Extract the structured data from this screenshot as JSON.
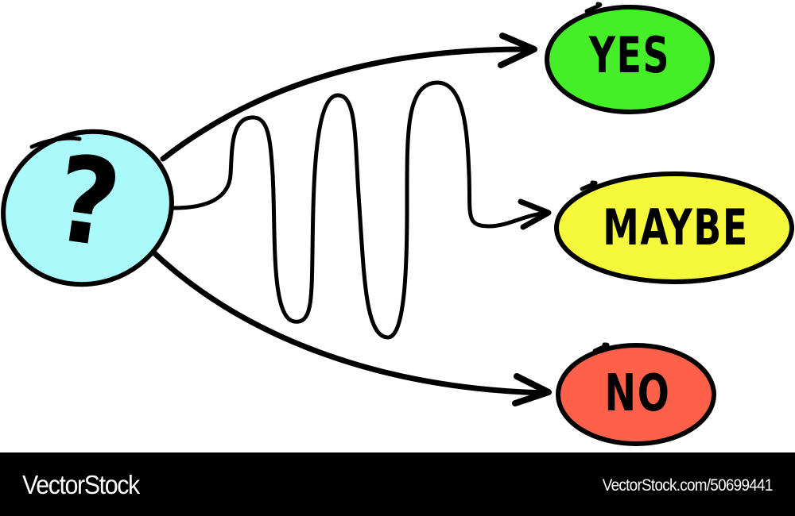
{
  "diagram": {
    "source_node": {
      "label": "?",
      "fill": "#aaf9fb"
    },
    "outcomes": [
      {
        "id": "yes",
        "label": "YES",
        "fill": "#44ef27"
      },
      {
        "id": "maybe",
        "label": "MAYBE",
        "fill": "#f5f93a"
      },
      {
        "id": "no",
        "label": "NO",
        "fill": "#ff604a"
      }
    ],
    "edges": [
      {
        "from": "?",
        "to": "YES",
        "style": "smooth curve"
      },
      {
        "from": "?",
        "to": "MAYBE",
        "style": "wavy zigzag"
      },
      {
        "from": "?",
        "to": "NO",
        "style": "smooth curve"
      }
    ]
  },
  "footer": {
    "brand": "VectorStock",
    "url": "VectorStock.com/50699441"
  }
}
